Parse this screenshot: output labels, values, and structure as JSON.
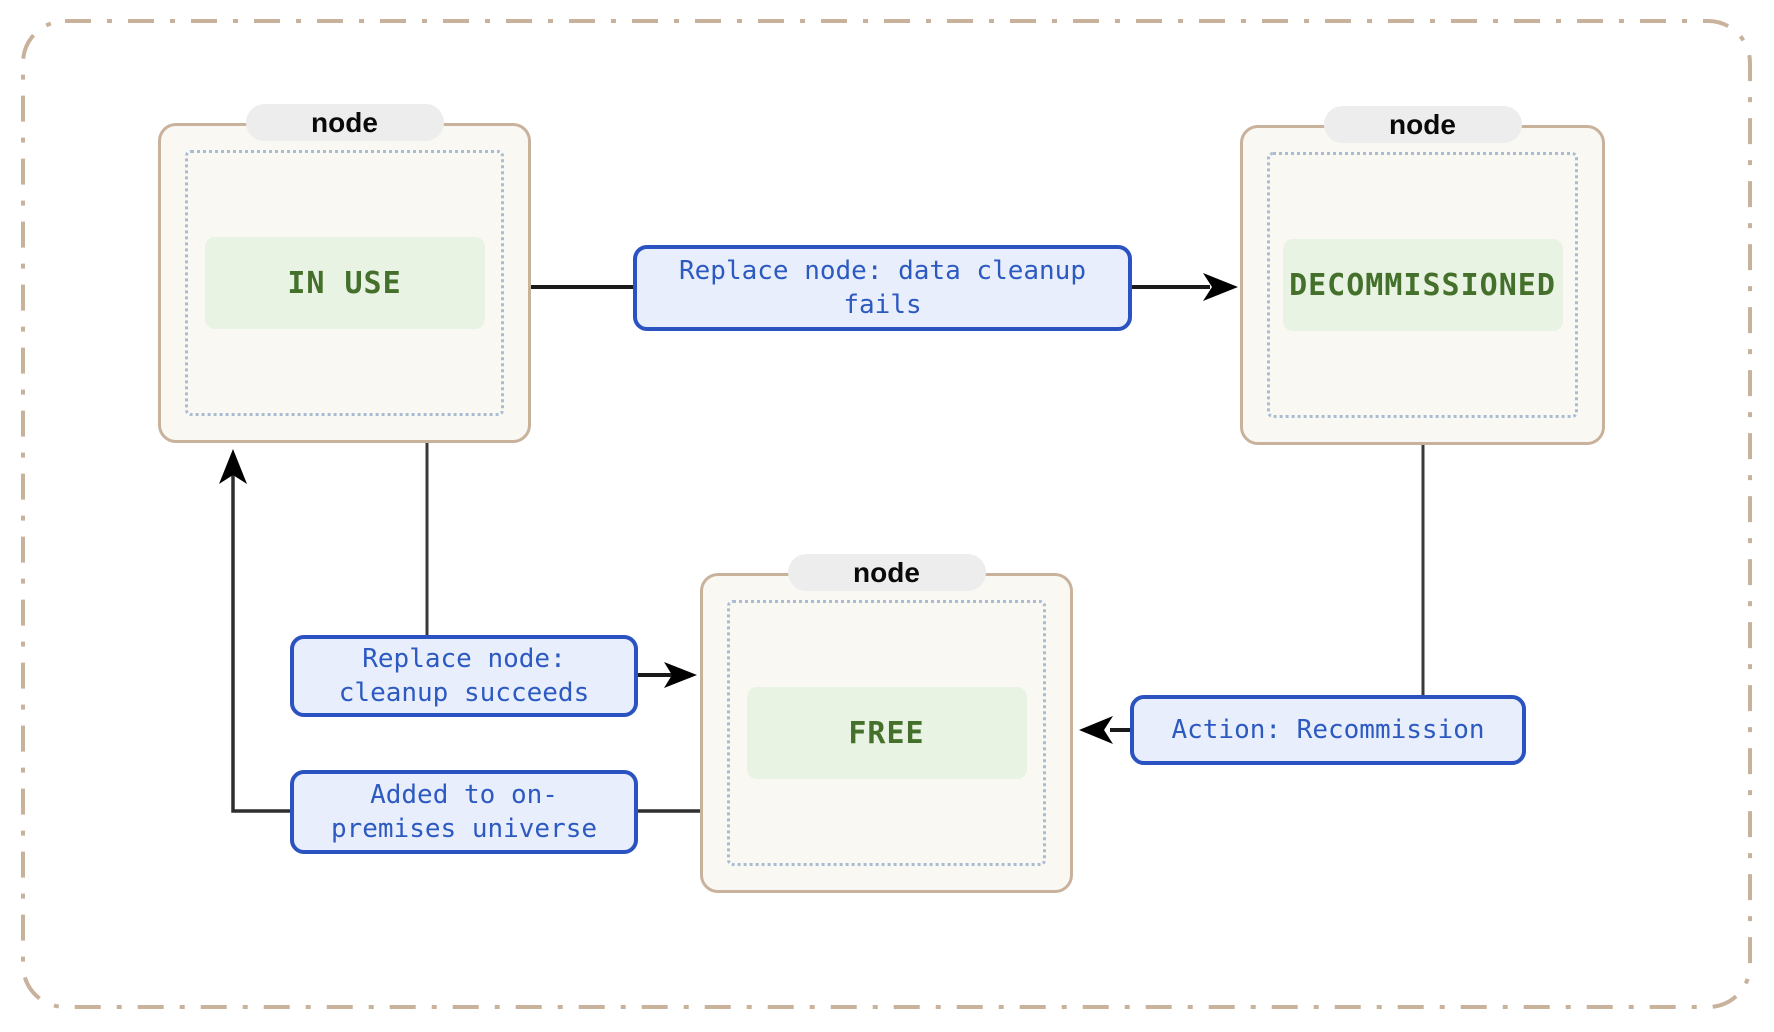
{
  "diagram": {
    "type": "state-diagram",
    "nodes": {
      "in_use": {
        "badge": "node",
        "state": "IN USE"
      },
      "decommissioned": {
        "badge": "node",
        "state": "DECOMMISSIONED"
      },
      "free": {
        "badge": "node",
        "state": "FREE"
      }
    },
    "edges": {
      "in_use_to_decommissioned": {
        "from": "IN USE",
        "to": "DECOMMISSIONED",
        "label": "Replace node: data cleanup fails"
      },
      "in_use_to_free": {
        "from": "IN USE",
        "to": "FREE",
        "label": "Replace node: cleanup succeeds"
      },
      "free_to_in_use": {
        "from": "FREE",
        "to": "IN USE",
        "label": "Added to on-premises universe"
      },
      "decommissioned_to_free": {
        "from": "DECOMMISSIONED",
        "to": "FREE",
        "label": "Action: Recommission"
      }
    },
    "colors": {
      "outer_border": "#c9b29c",
      "node_border": "#c9b29c",
      "node_fill": "#faf8f3",
      "badge_fill": "#ededed",
      "badge_text": "#0a0a0a",
      "inner_dotted_border": "#a9bdd2",
      "state_fill": "#e9f3e4",
      "state_text": "#45702c",
      "label_fill": "#e8eefb",
      "label_border": "#2a52c0",
      "label_text": "#2d5ac1",
      "edge_line": "#333333",
      "arrowhead": "#000000"
    }
  }
}
